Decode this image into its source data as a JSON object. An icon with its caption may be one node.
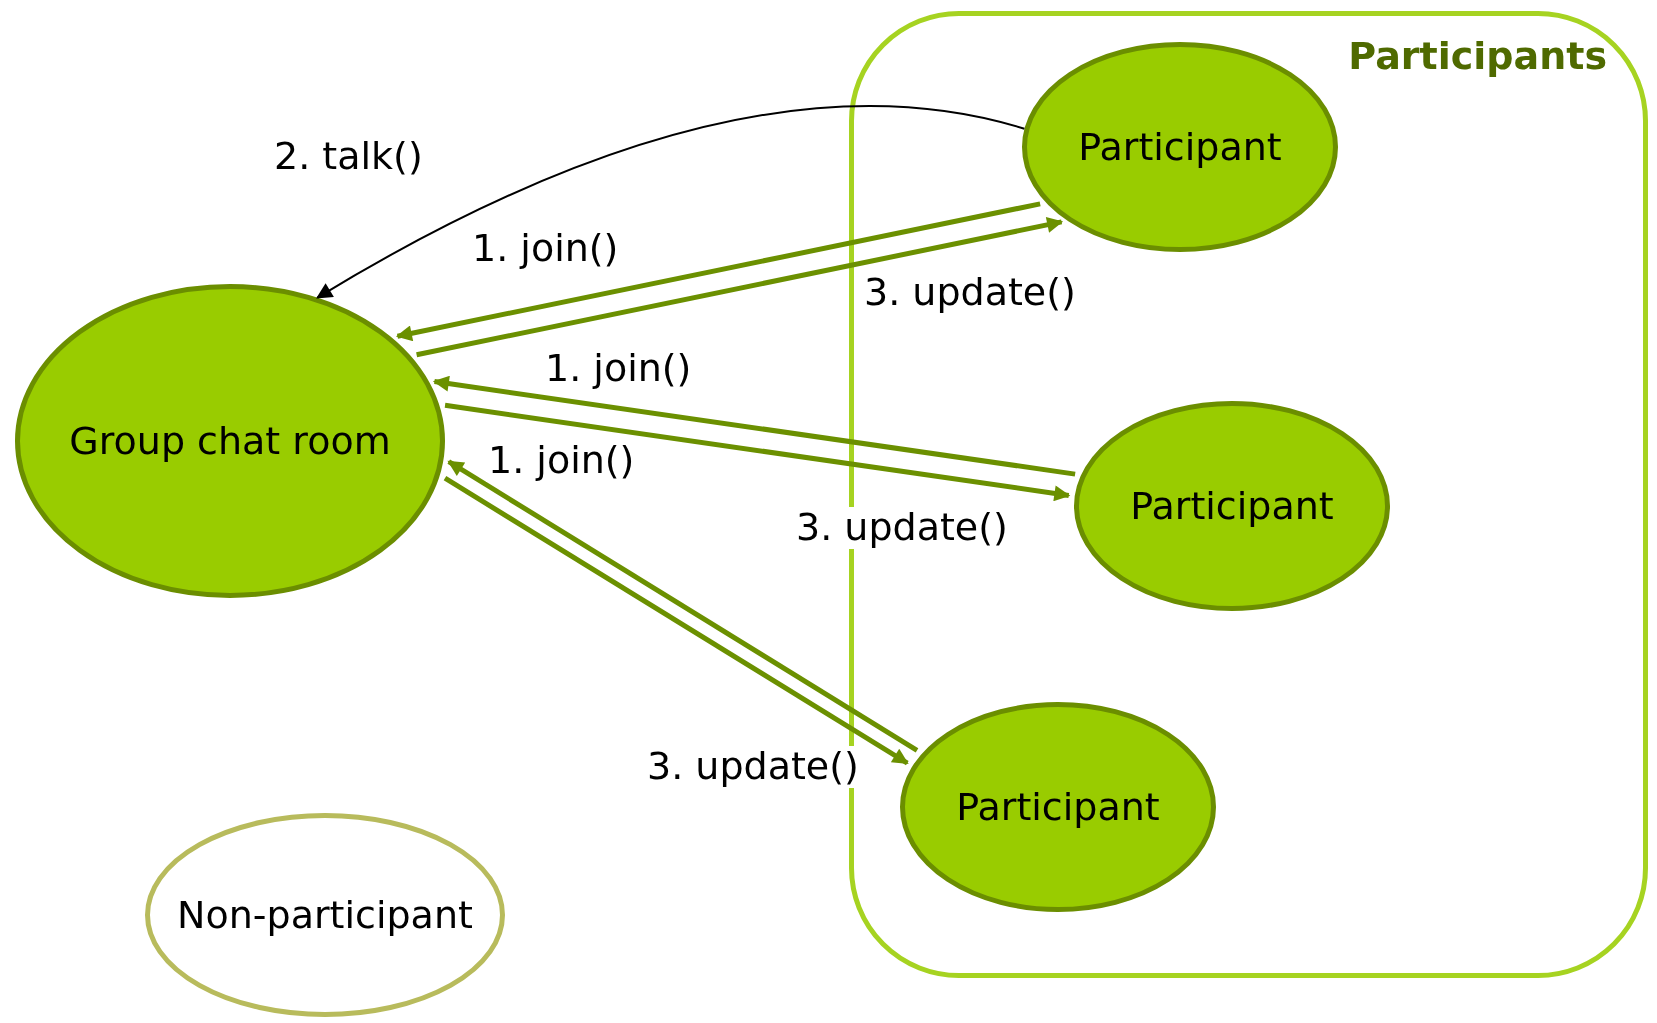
{
  "diagram": {
    "nodes": [
      {
        "text": [
          "Participants"
        ]
      },
      {
        "text": [
          "Participant"
        ],
        "in": 0
      },
      {
        "text": [
          "Participant"
        ],
        "in": 0
      },
      {
        "text": [
          "Participant"
        ],
        "in": 0
      },
      {
        "text": [
          "Group chat room"
        ]
      },
      {
        "text": [
          "Non-participant"
        ]
      }
    ],
    "edges": [
      {
        "from": 1,
        "to": 4,
        "label": "2. talk()",
        "arrow": "to",
        "color": "#000000"
      },
      {
        "from": 1,
        "to": 4,
        "label": "1. join()",
        "arrow": "to"
      },
      {
        "from": 4,
        "to": 1,
        "label": "3. update()",
        "arrow": "to"
      },
      {
        "from": 2,
        "to": 4,
        "label": "1. join()",
        "arrow": "to"
      },
      {
        "from": 4,
        "to": 2,
        "label": "3. update()",
        "arrow": "to"
      },
      {
        "from": 3,
        "to": 4,
        "label": "1. join()",
        "arrow": "to"
      },
      {
        "from": 4,
        "to": 3,
        "label": "3. update()",
        "arrow": "to"
      }
    ]
  }
}
